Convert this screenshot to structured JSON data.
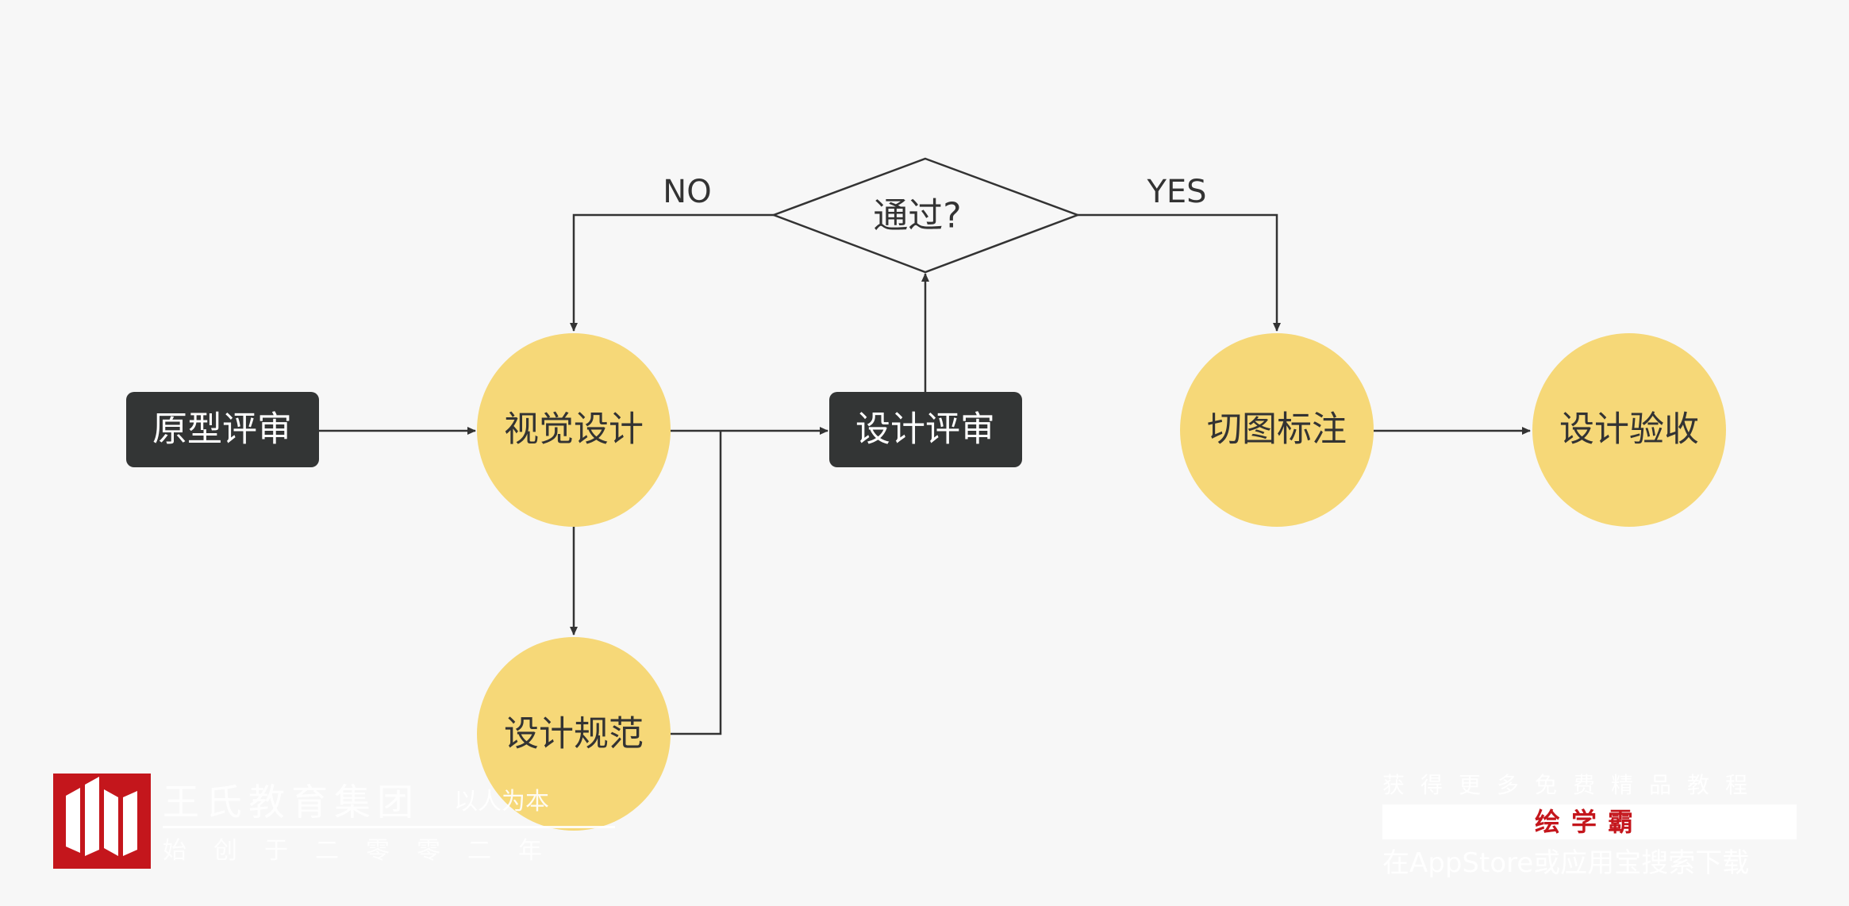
{
  "colors": {
    "background": "#f7f7f7",
    "dark_box": "#333535",
    "dark_box_text": "#ffffff",
    "circle_fill": "#f6d878",
    "circle_text": "#333333",
    "line": "#333333",
    "watermark_red": "#c4161c"
  },
  "nodes": {
    "prototype_review": "原型评审",
    "visual_design": "视觉设计",
    "design_spec": "设计规范",
    "design_review": "设计评审",
    "pass_check": "通过?",
    "slicing_annotation": "切图标注",
    "design_acceptance": "设计验收"
  },
  "edge_labels": {
    "no": "NO",
    "yes": "YES"
  },
  "watermark": {
    "logo_icon": "w-logo-icon",
    "company": "王氏教育集团",
    "slogan": "以人为本",
    "founded": "始创于二零零二年",
    "right_top": "获得更多免费精品教程",
    "right_brand": "绘学霸",
    "right_bottom": "在AppStore或应用宝搜索下载"
  }
}
